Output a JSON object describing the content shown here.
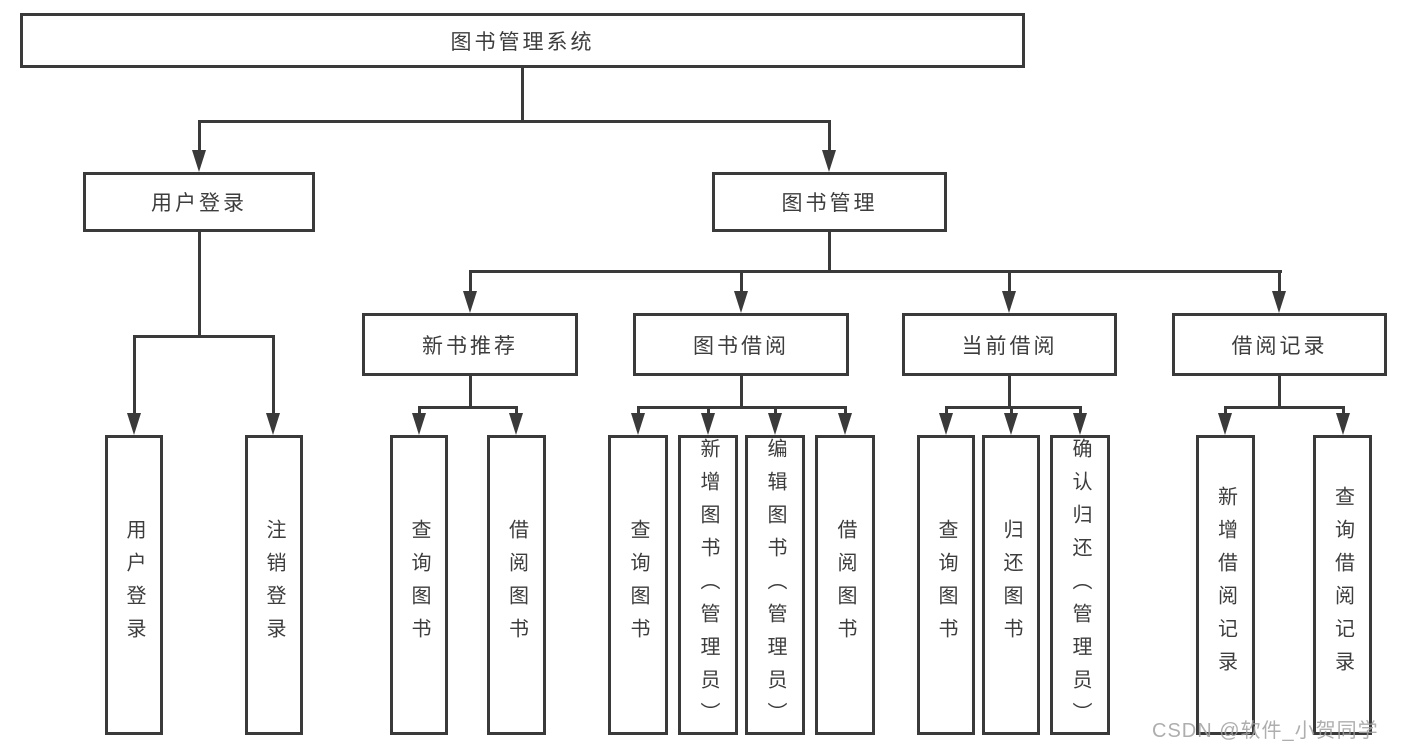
{
  "diagram": {
    "root": {
      "label": "图书管理系统"
    },
    "level2": {
      "user_login": {
        "label": "用户登录"
      },
      "book_mgmt": {
        "label": "图书管理"
      }
    },
    "level3": {
      "new_book_rec": {
        "label": "新书推荐"
      },
      "book_borrow": {
        "label": "图书借阅"
      },
      "current_borrow": {
        "label": "当前借阅"
      },
      "borrow_record": {
        "label": "借阅记录"
      }
    },
    "leaves": [
      {
        "label": "用户登录"
      },
      {
        "label": "注销登录"
      },
      {
        "label": "查询图书"
      },
      {
        "label": "借阅图书"
      },
      {
        "label": "查询图书"
      },
      {
        "label": "新增图书（管理员）"
      },
      {
        "label": "编辑图书（管理员）"
      },
      {
        "label": "借阅图书"
      },
      {
        "label": "查询图书"
      },
      {
        "label": "归还图书"
      },
      {
        "label": "确认归还（管理员）"
      },
      {
        "label": "新增借阅记录"
      },
      {
        "label": "查询借阅记录"
      }
    ]
  },
  "watermark": {
    "text": "CSDN @软件_小贺同学"
  },
  "colors": {
    "line": "#3a3a3a",
    "text": "#3d3d3d",
    "background": "#ffffff",
    "watermark": "#a0a0a0"
  }
}
